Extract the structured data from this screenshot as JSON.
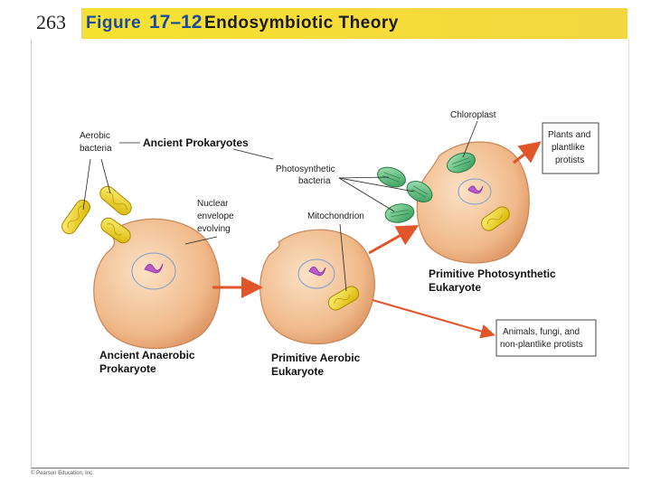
{
  "header": {
    "page_number": "263",
    "figure_label": "Figure",
    "figure_number": "17–12",
    "figure_title": "Endosymbiotic Theory"
  },
  "labels": {
    "aerobic_bacteria_line1": "Aerobic",
    "aerobic_bacteria_line2": "bacteria",
    "ancient_prokaryotes": "Ancient Prokaryotes",
    "nuclear_envelope_line1": "Nuclear",
    "nuclear_envelope_line2": "envelope",
    "nuclear_envelope_line3": "evolving",
    "photosynthetic_line1": "Photosynthetic",
    "photosynthetic_line2": "bacteria",
    "mitochondrion": "Mitochondrion",
    "chloroplast": "Chloroplast",
    "ancient_anaerobic_line1": "Ancient Anaerobic",
    "ancient_anaerobic_line2": "Prokaryote",
    "primitive_aerobic_line1": "Primitive Aerobic",
    "primitive_aerobic_line2": "Eukaryote",
    "primitive_photo_line1": "Primitive Photosynthetic",
    "primitive_photo_line2": "Eukaryote"
  },
  "boxes": {
    "plants_line1": "Plants and",
    "plants_line2": "plantlike",
    "plants_line3": "protists",
    "animals_line1": "Animals, fungi, and",
    "animals_line2": "non-plantlike protists"
  },
  "footer": {
    "copyright": "© Pearson Education, Inc."
  },
  "colors": {
    "header": "#f5e22e",
    "title_blue": "#1a4aa0",
    "cell": "#f0b98a",
    "mitochondria": "#f2d41e",
    "chloroplast": "#5fbf7a",
    "arrow": "#e2542a"
  }
}
